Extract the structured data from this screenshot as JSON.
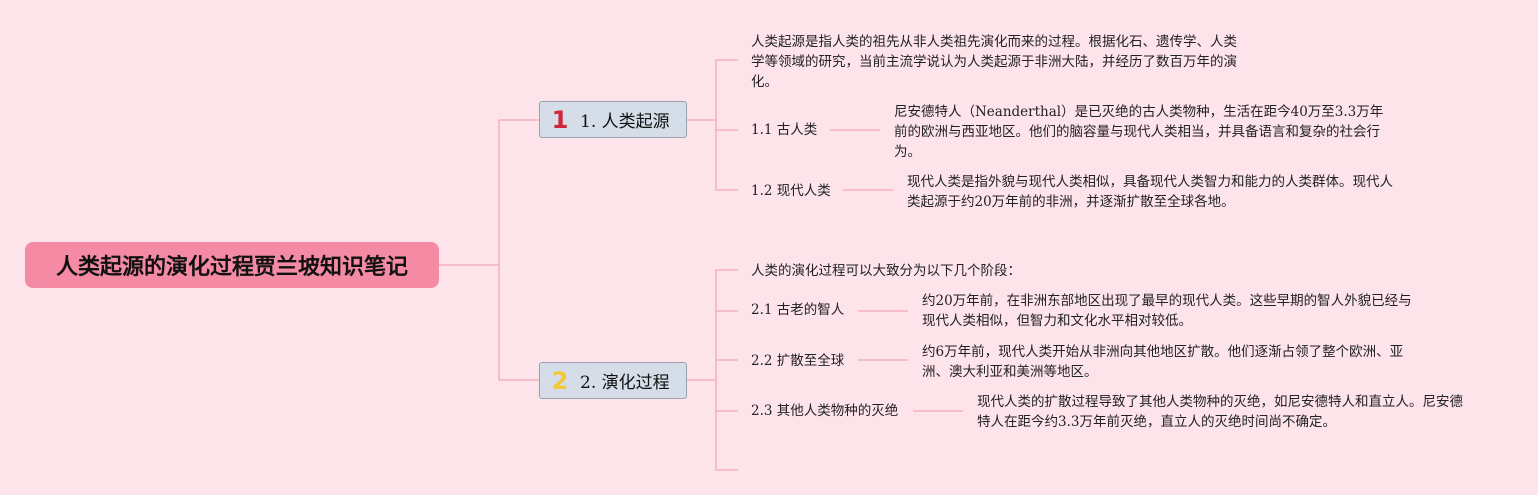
{
  "root": {
    "title": "人类起源的演化过程贾兰坡知识笔记"
  },
  "branches": [
    {
      "number": "1",
      "label": "1. 人类起源",
      "intro": "人类起源是指人类的祖先从非人类祖先演化而来的过程。根据化石、遗传学、人类学等领域的研究，当前主流学说认为人类起源于非洲大陆，并经历了数百万年的演化。",
      "items": [
        {
          "label": "1.1 古人类",
          "text": "尼安德特人（Neanderthal）是已灭绝的古人类物种，生活在距今40万至3.3万年前的欧洲与西亚地区。他们的脑容量与现代人类相当，并具备语言和复杂的社会行为。"
        },
        {
          "label": "1.2 现代人类",
          "text": "现代人类是指外貌与现代人类相似，具备现代人类智力和能力的人类群体。现代人类起源于约20万年前的非洲，并逐渐扩散至全球各地。"
        }
      ]
    },
    {
      "number": "2",
      "label": "2. 演化过程",
      "intro": "人类的演化过程可以大致分为以下几个阶段：",
      "items": [
        {
          "label": "2.1 古老的智人",
          "text": "约20万年前，在非洲东部地区出现了最早的现代人类。这些早期的智人外貌已经与现代人类相似，但智力和文化水平相对较低。"
        },
        {
          "label": "2.2 扩散至全球",
          "text": "约6万年前，现代人类开始从非洲向其他地区扩散。他们逐渐占领了整个欧洲、亚洲、澳大利亚和美洲等地区。"
        },
        {
          "label": "2.3 其他人类物种的灭绝",
          "text": "现代人类的扩散过程导致了其他人类物种的灭绝，如尼安德特人和直立人。尼安德特人在距今约3.3万年前灭绝，直立人的灭绝时间尚不确定。"
        }
      ]
    }
  ],
  "colors": {
    "background": "#fde3ea",
    "root_fill": "#f48aa4",
    "branch_fill": "#d5dde8",
    "connector": "#f4a6ba",
    "number_1": "#d0263a",
    "number_2": "#f3c93a"
  }
}
